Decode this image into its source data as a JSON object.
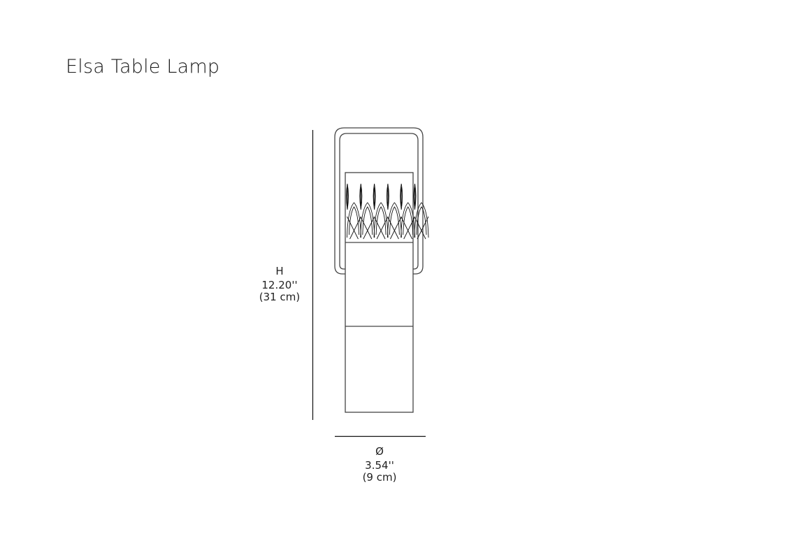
{
  "title": "Elsa Table Lamp",
  "height_dimension": {
    "symbol": "H",
    "imperial": "12.20''",
    "metric": "(31 cm)"
  },
  "diameter_dimension": {
    "symbol": "Ø",
    "imperial": "3.54''",
    "metric": "(9 cm)"
  }
}
